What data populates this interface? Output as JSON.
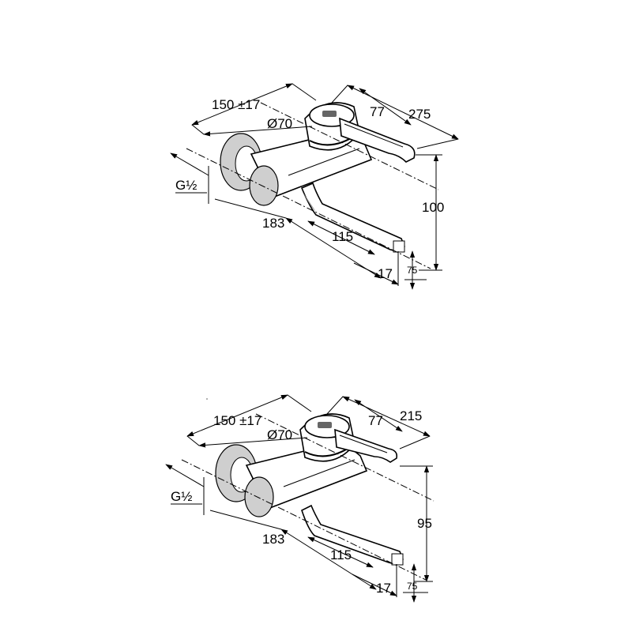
{
  "drawings": [
    {
      "labels": {
        "width_tol": "150 ±17",
        "diameter": "Ø70",
        "connection": "G½",
        "lever_len": "77",
        "total_depth": "275",
        "height": "100",
        "projection": "183",
        "spout_len": "115",
        "spout_dim": "17",
        "small_dim": "75"
      }
    },
    {
      "labels": {
        "width_tol": "150 ±17",
        "diameter": "Ø70",
        "connection": "G½",
        "lever_len": "77",
        "total_depth": "215",
        "height": "95",
        "projection": "183",
        "spout_len": "115",
        "spout_dim": "17",
        "small_dim": "75"
      }
    }
  ]
}
